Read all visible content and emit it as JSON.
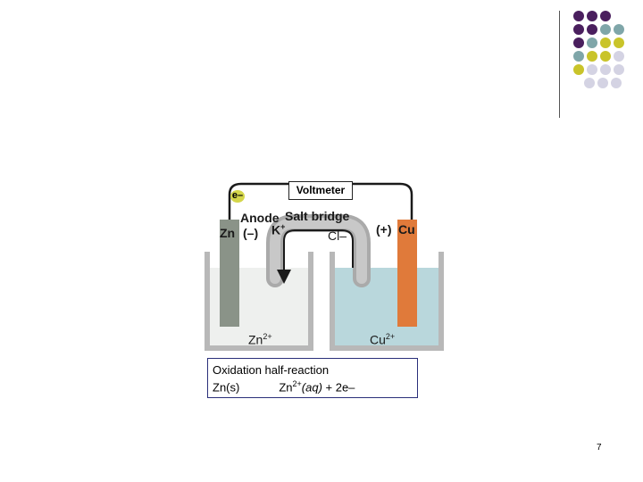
{
  "diagram": {
    "voltmeter_label": "Voltmeter",
    "electron_label": "e–",
    "anode_label": "Anode",
    "salt_bridge_label": "Salt bridge",
    "zn_electrode_label": "Zn",
    "anode_sign": "(–)",
    "potassium_ion_label": "K",
    "potassium_ion_charge": "+",
    "chloride_ion_label": "Cl–",
    "cathode_sign": "(+)",
    "cu_electrode_label": "Cu",
    "zinc_ion_label": "Zn",
    "zinc_ion_charge": "2+",
    "copper_ion_label": "Cu",
    "copper_ion_charge": "2+"
  },
  "oxidation_box": {
    "title": "Oxidation half-reaction",
    "reactant": "Zn(s)",
    "product_ion": "Zn",
    "product_charge": "2+",
    "product_state": "(aq)",
    "product_rest": " + 2e–"
  },
  "page_number": "7",
  "colors": {
    "zinc_electrode": "#8a9388",
    "copper_electrode": "#e07a3a",
    "cu_solution": "#b9d7dc",
    "zn_solution": "#eef0ee",
    "salt_bridge": "#b0b0b0",
    "electron": "#d4d64a",
    "box_border": "#2a2f7a",
    "dot_purple": "#4a1f5e",
    "dot_teal": "#7fa6a9",
    "dot_olive": "#c9c42a",
    "dot_lavender": "#d4d3e3"
  },
  "decor_dot_colors": [
    [
      "dot_purple",
      "dot_purple",
      "dot_purple"
    ],
    [
      "dot_purple",
      "dot_purple",
      "dot_teal",
      "dot_teal"
    ],
    [
      "dot_purple",
      "dot_teal",
      "dot_olive",
      "dot_olive"
    ],
    [
      "dot_teal",
      "dot_olive",
      "dot_olive",
      "dot_lavender"
    ],
    [
      "dot_olive",
      "dot_lavender",
      "dot_lavender",
      "dot_lavender"
    ],
    [
      "dot_lavender",
      "dot_lavender",
      "dot_lavender"
    ]
  ]
}
